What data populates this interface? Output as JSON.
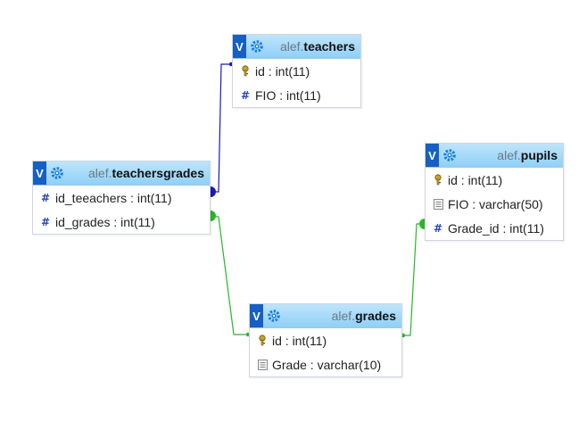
{
  "diagram": {
    "tables": [
      {
        "key": "teachers",
        "schema": "alef.",
        "name": "teachers",
        "columns": [
          {
            "label": "id : int(11)",
            "icon": "key-icon"
          },
          {
            "label": "FIO : int(11)",
            "icon": "hash-icon"
          }
        ]
      },
      {
        "key": "teachersgrades",
        "schema": "alef.",
        "name": "teachersgrades",
        "columns": [
          {
            "label": "id_teeachers : int(11)",
            "icon": "hash-icon"
          },
          {
            "label": "id_grades : int(11)",
            "icon": "hash-icon"
          }
        ]
      },
      {
        "key": "pupils",
        "schema": "alef.",
        "name": "pupils",
        "columns": [
          {
            "label": "id : int(11)",
            "icon": "key-icon"
          },
          {
            "label": "FIO : varchar(50)",
            "icon": "text-icon"
          },
          {
            "label": "Grade_id : int(11)",
            "icon": "hash-icon"
          }
        ]
      },
      {
        "key": "grades",
        "schema": "alef.",
        "name": "grades",
        "columns": [
          {
            "label": "id : int(11)",
            "icon": "key-icon"
          },
          {
            "label": "Grade : varchar(10)",
            "icon": "text-icon"
          }
        ]
      }
    ],
    "toggle_label": "V",
    "colors": {
      "header_top": "#bfe4fb",
      "header_bottom": "#8fd0f7",
      "toggle": "#1560c2",
      "relation_blue": "#1a1ab8",
      "relation_green": "#2ab52a"
    }
  }
}
